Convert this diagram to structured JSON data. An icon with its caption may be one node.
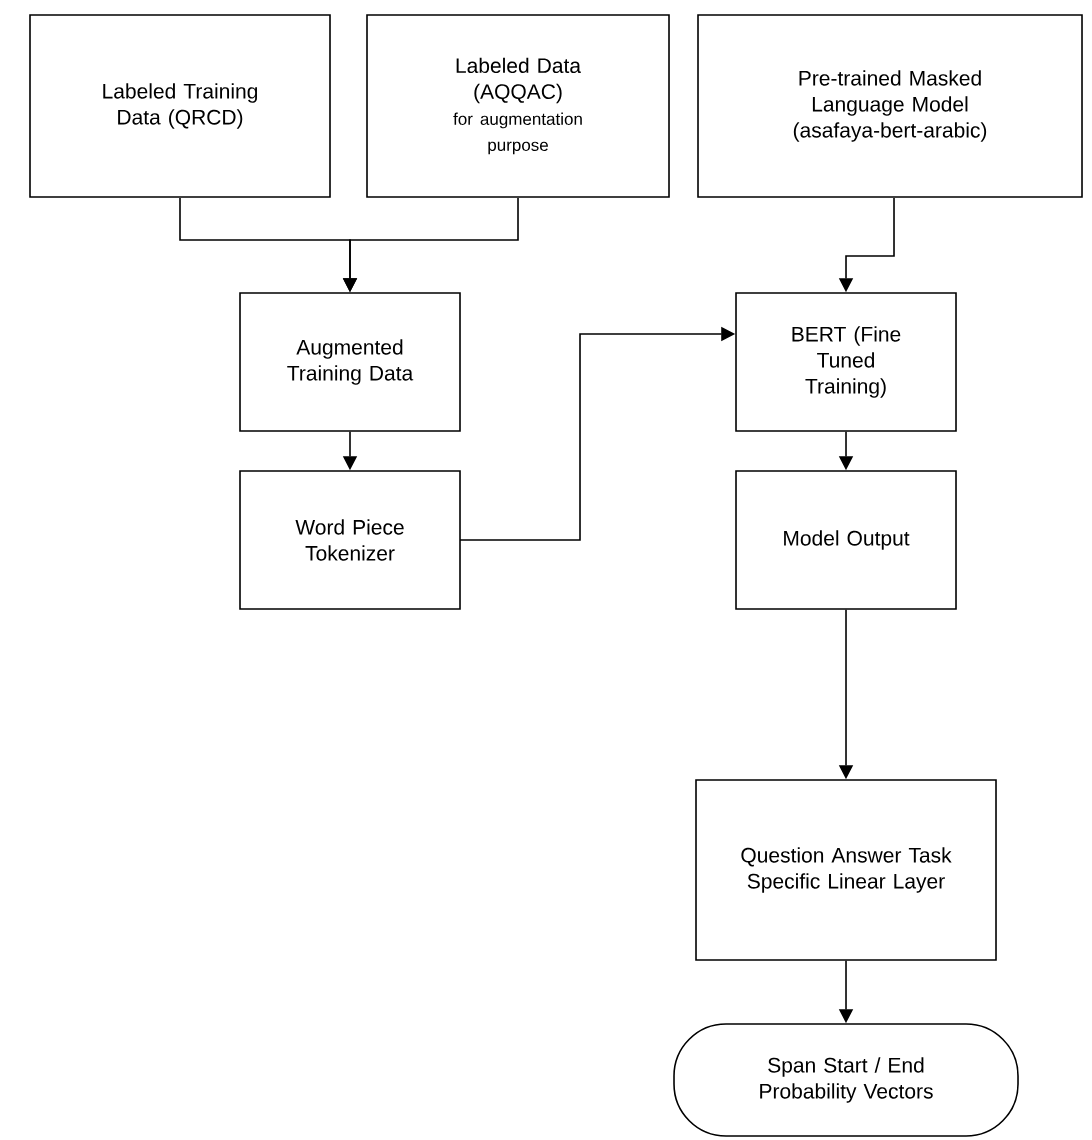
{
  "diagram": {
    "nodes": [
      {
        "text": [
          "Labeled Training Data (QRCD)"
        ]
      },
      {
        "text": [
          "Labeled Data (AQQAC)",
          "for augmentation purpose"
        ]
      },
      {
        "text": [
          "Pre-trained Masked Language Model (asafaya-bert-arabic)"
        ]
      },
      {
        "text": [
          "Augmented Training Data"
        ]
      },
      {
        "text": [
          "Word Piece Tokenizer"
        ]
      },
      {
        "text": [
          "BERT (Fine Tuned Training)"
        ]
      },
      {
        "text": [
          "Model Output"
        ]
      },
      {
        "text": [
          "Question Answer Task Specific Linear Layer"
        ]
      },
      {
        "text": [
          "Span Start / End Probability Vectors"
        ]
      }
    ],
    "edges": [
      {
        "from": 0,
        "to": 3,
        "arrow": "to"
      },
      {
        "from": 1,
        "to": 3,
        "arrow": "to"
      },
      {
        "from": 2,
        "to": 5,
        "arrow": "to"
      },
      {
        "from": 3,
        "to": 4,
        "arrow": "to"
      },
      {
        "from": 4,
        "to": 5,
        "arrow": "to"
      },
      {
        "from": 5,
        "to": 6,
        "arrow": "to"
      },
      {
        "from": 6,
        "to": 7,
        "arrow": "to"
      },
      {
        "from": 7,
        "to": 8,
        "arrow": "to"
      }
    ]
  }
}
